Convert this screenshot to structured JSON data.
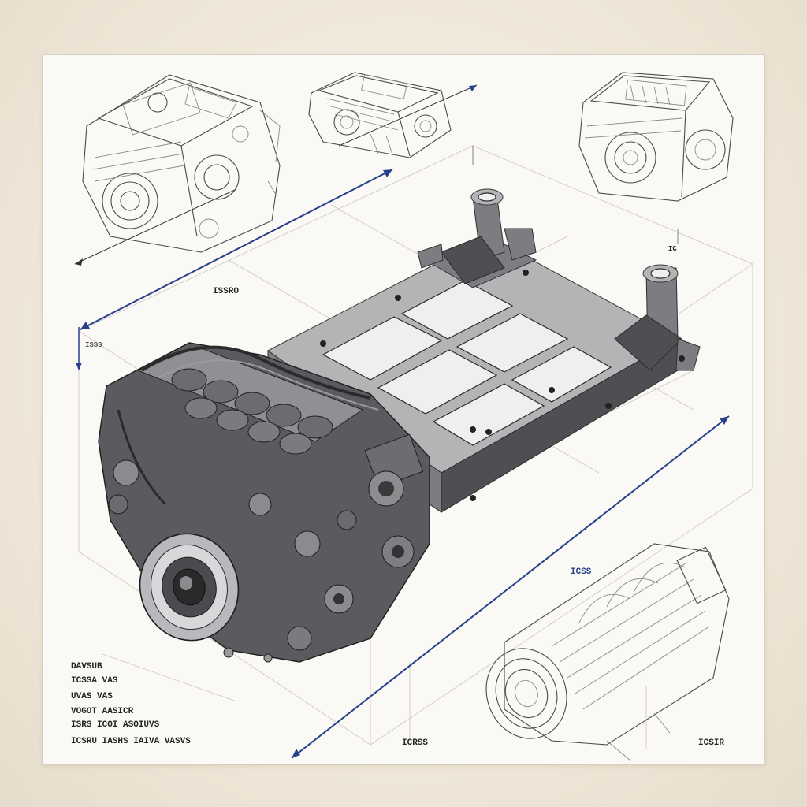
{
  "legend": {
    "lines": [
      "DAVSUB",
      "ICSSA VAS",
      "UVAS VAS",
      "VOGOT AASICR",
      "ISRS ICOI ASOIUVS",
      "ICSRU IASHS IAIVA VASVS"
    ]
  },
  "labels": {
    "label_1": "ISSRO",
    "label_2": "ISSS",
    "label_3": "ICRSS",
    "label_4": "ICSIR",
    "label_5": "ICSS",
    "label_6": "IC"
  },
  "colors": {
    "paper": "#fbf9f5",
    "background": "#efe7da",
    "dimension_line": "#27408b",
    "metal_dark": "#4e4f52",
    "metal_light": "#b3b4b6"
  }
}
